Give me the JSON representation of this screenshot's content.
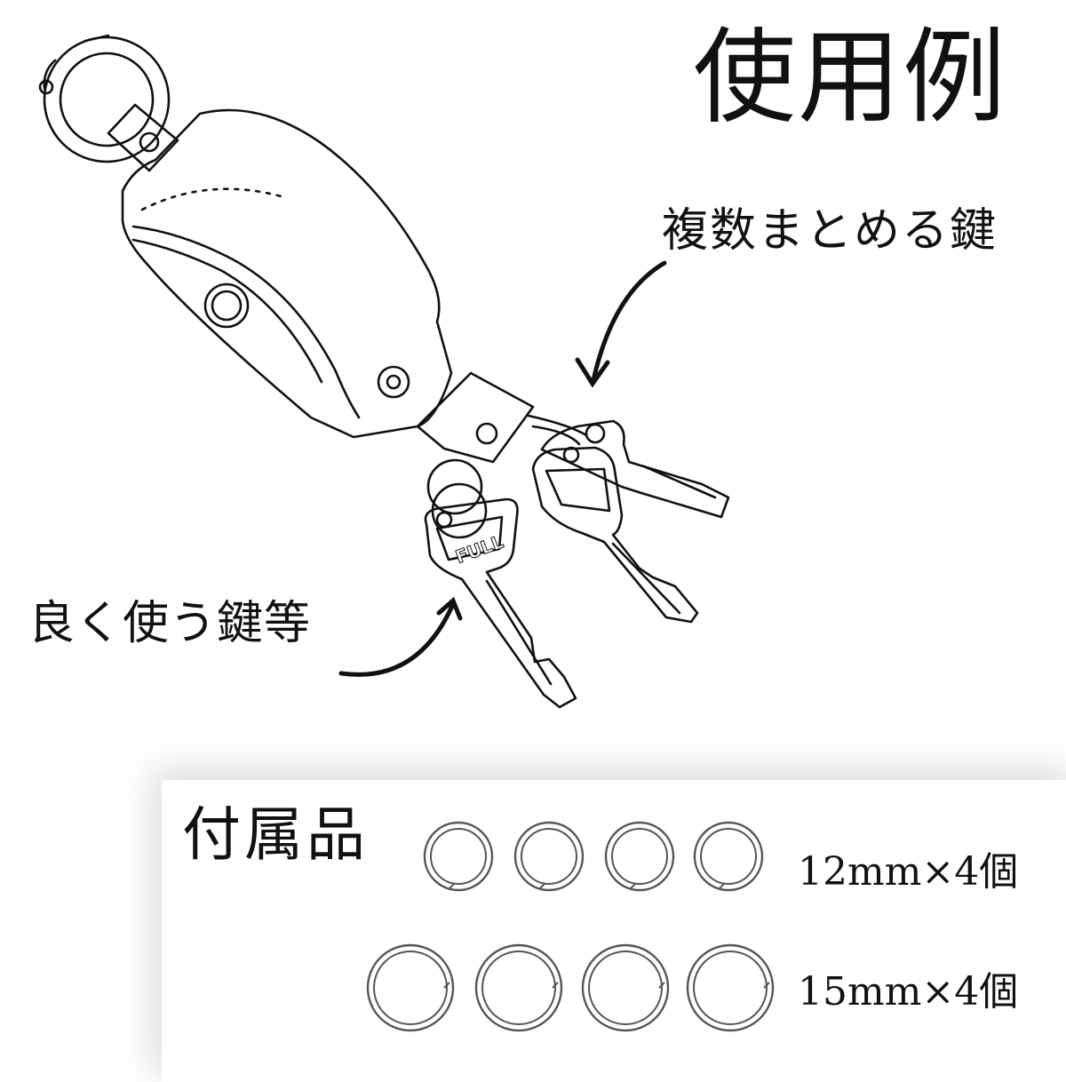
{
  "title": "使用例",
  "labels": {
    "multi_keys": "複数まとめる鍵",
    "daily_keys": "良く使う鍵等"
  },
  "key_engraving": "FULL",
  "accessories": {
    "title": "付属品",
    "small_rings": {
      "label": "12mm×4個",
      "count": 4
    },
    "large_rings": {
      "label": "15mm×4個",
      "count": 4
    }
  },
  "colors": {
    "line": "#111111",
    "ring_stroke": "#555555",
    "background": "#ffffff"
  },
  "icons": [
    "carabiner-icon",
    "leather-key-case-icon",
    "key-icon",
    "split-ring-icon",
    "curved-arrow-icon"
  ]
}
